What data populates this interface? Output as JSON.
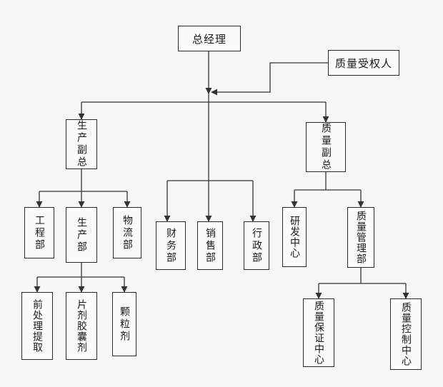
{
  "org_chart": {
    "root": "总经理",
    "quality_authorized_person": "质量受权人",
    "production_vp": "生产副总",
    "quality_vp": "质量副总",
    "engineering_dept": "工程部",
    "production_dept": "生产部",
    "logistics_dept": "物流部",
    "finance_dept": "财务部",
    "sales_dept": "销售部",
    "admin_dept": "行政部",
    "rd_center": "研发中心",
    "qm_dept": "质量管理部",
    "extraction_unit": "前处理提取",
    "tablet_capsule_unit": "片剂胶囊剂",
    "granule_unit": "颗粒剂",
    "qa_center": "质量保证中心",
    "qc_center": "质量控制中心"
  }
}
